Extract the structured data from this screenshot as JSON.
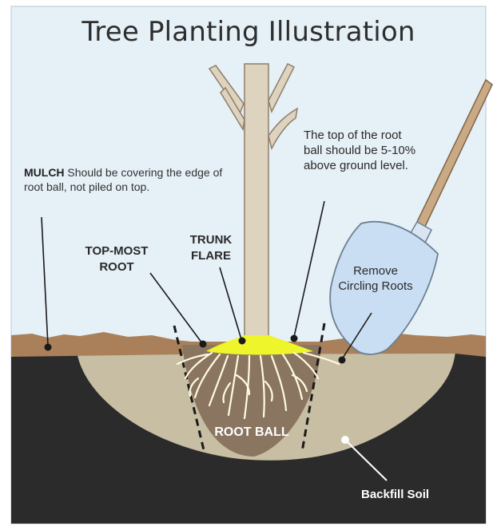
{
  "title": "Tree Planting Illustration",
  "labels": {
    "mulch_heading": "MULCH",
    "mulch_text": " Should be covering  the edge of root ball, not piled on top.",
    "top_most_root": "TOP-MOST ROOT",
    "trunk_flare": "TRUNK FLARE",
    "root_ball_height": "The top of the root ball should be 5-10% above ground level.",
    "remove_roots": "Remove Circling Roots",
    "root_ball": "ROOT BALL",
    "backfill_soil": "Backfill Soil"
  },
  "colors": {
    "frame_bg": "#e6f0f7",
    "soil": "#2b2b2b",
    "mulch": "#a9805a",
    "backfill": "#c8bea4",
    "root_ball": "#8a7660",
    "trunk": "#ddd3bf",
    "trunk_flare": "#eef52a",
    "roots": "#fffbe0",
    "shovel_blade": "#c9def3",
    "shovel_handle": "#c9aa85",
    "leader_line": "#1a1a1a"
  }
}
